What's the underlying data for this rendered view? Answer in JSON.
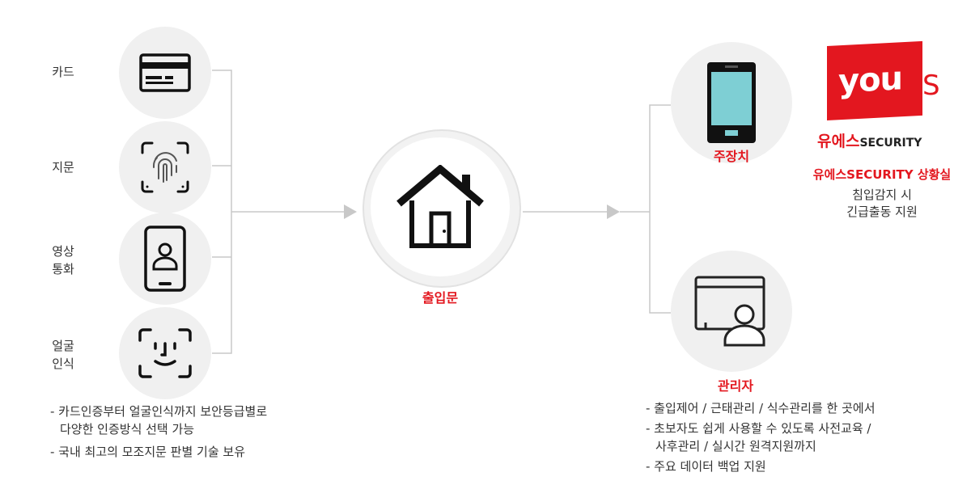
{
  "inputs": [
    {
      "label": "카드",
      "icon": "credit-card-icon"
    },
    {
      "label": "지문",
      "icon": "fingerprint-icon"
    },
    {
      "label_lines": [
        "영상",
        "통화"
      ],
      "icon": "video-call-phone-icon"
    },
    {
      "label_lines": [
        "얼굴",
        "인식"
      ],
      "icon": "face-recognition-icon"
    }
  ],
  "left_notes": [
    [
      "- 카드인증부터 얼굴인식까지 보안등급별로",
      "  다양한 인증방식 선택 가능"
    ],
    [
      "- 국내 최고의 모조지문 판별 기술 보유"
    ]
  ],
  "center": {
    "label": "출입문",
    "icon": "house-door-icon"
  },
  "outputs": {
    "controller": {
      "label": "주장치",
      "icon": "controller-device-icon"
    },
    "admin": {
      "label": "관리자",
      "icon": "admin-monitor-icon"
    }
  },
  "brand": {
    "logo_text": "you",
    "logo_s": "S",
    "logo_sub_kr": "유에스",
    "logo_sub_en": "SECURITY",
    "room_title": "유에스SECURITY 상황실",
    "room_desc": [
      "침입감지 시",
      "긴급출동 지원"
    ]
  },
  "right_notes": [
    [
      "- 출입제어 / 근태관리 / 식수관리를 한 곳에서"
    ],
    [
      "- 초보자도 쉽게 사용할 수 있도록 사전교육 /",
      "  사후관리 / 실시간 원격지원까지"
    ],
    [
      "- 주요 데이터 백업 지원"
    ]
  ],
  "colors": {
    "accent": "#e3171f",
    "circle_bg": "#f0f0f0",
    "line": "#c8c8c8",
    "screen": "#7ecfd4"
  }
}
